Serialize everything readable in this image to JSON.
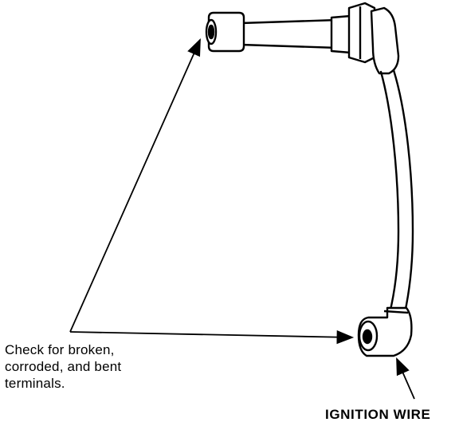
{
  "callout": {
    "lines": [
      "Check for broken,",
      "corroded, and bent",
      "terminals."
    ]
  },
  "part_label": "IGNITION WIRE",
  "colors": {
    "ink": "#000000",
    "paper": "#ffffff"
  }
}
